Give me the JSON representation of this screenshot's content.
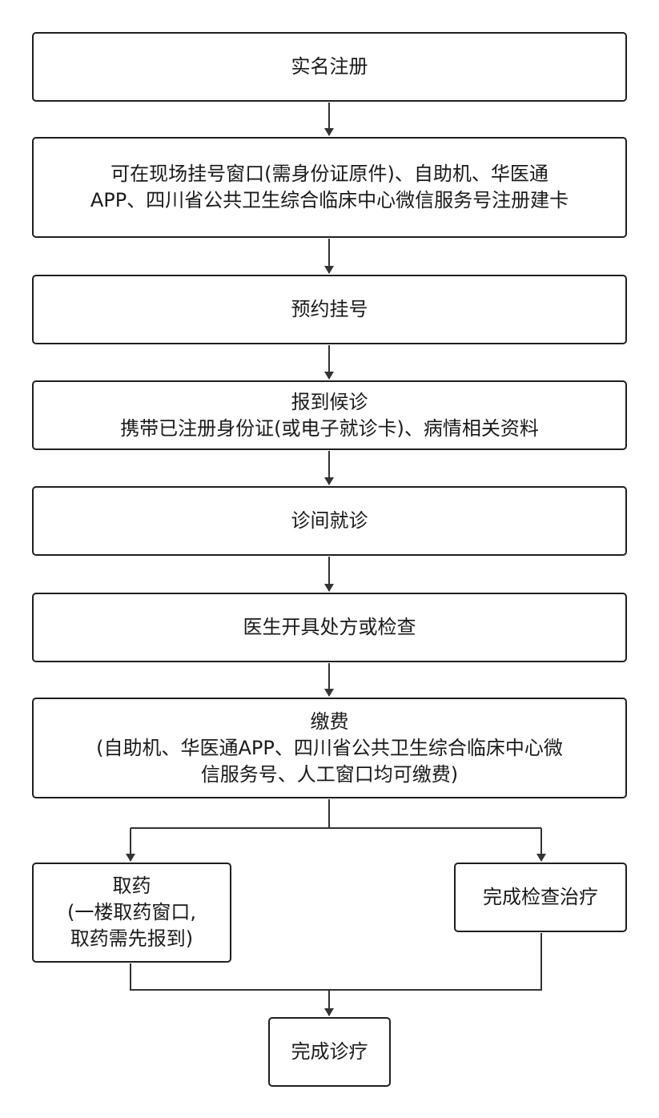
{
  "flowchart": {
    "register": {
      "title": "实名注册"
    },
    "register_ways": {
      "line1": "可在现场挂号窗口(需身份证原件)、自助机、华医通",
      "line2": "APP、四川省公共卫生综合临床中心微信服务号注册建卡"
    },
    "appointment": {
      "title": "预约挂号"
    },
    "checkin": {
      "title": "报到候诊",
      "detail": "携带已注册身份证(或电子就诊卡)、病情相关资料"
    },
    "consultation": {
      "title": "诊间就诊"
    },
    "prescription": {
      "title": "医生开具处方或检查"
    },
    "payment": {
      "title": "缴费",
      "line1": "(自助机、华医通APP、四川省公共卫生综合临床中心微",
      "line2": "信服务号、人工窗口均可缴费)"
    },
    "pickup": {
      "title": "取药",
      "line1": "(一楼取药窗口,",
      "line2": "取药需先报到)"
    },
    "exam_treatment": {
      "title": "完成检查治疗"
    },
    "finish": {
      "title": "完成诊疗"
    }
  }
}
